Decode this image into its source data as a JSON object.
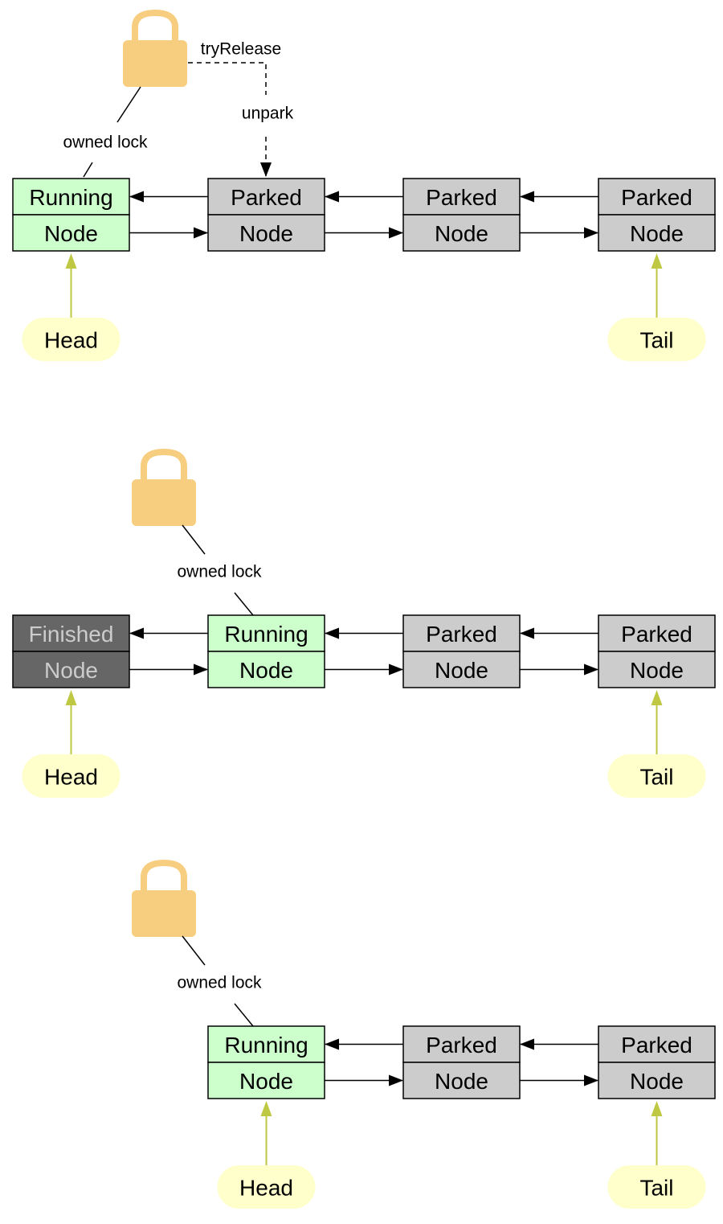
{
  "colors": {
    "running_fill": "#ccffcc",
    "parked_fill": "#cccccc",
    "finished_fill": "#666666",
    "finished_text": "#cccccc",
    "normal_text": "#000000",
    "lock": "#f7cd7f",
    "pointer_fill": "#ffffcc",
    "pointer_arrow": "#bfc843"
  },
  "diagrams": [
    {
      "id": "before-release",
      "lock_label": "owned lock",
      "release_label": "tryRelease",
      "unpark_label": "unpark",
      "nodes": [
        {
          "state": "Running",
          "kind": "Node",
          "status": "running"
        },
        {
          "state": "Parked",
          "kind": "Node",
          "status": "parked"
        },
        {
          "state": "Parked",
          "kind": "Node",
          "status": "parked"
        },
        {
          "state": "Parked",
          "kind": "Node",
          "status": "parked"
        }
      ],
      "lock_owner_index": 0,
      "head": {
        "label": "Head",
        "index": 0
      },
      "tail": {
        "label": "Tail",
        "index": 3
      }
    },
    {
      "id": "after-unpark",
      "lock_label": "owned lock",
      "nodes": [
        {
          "state": "Finished",
          "kind": "Node",
          "status": "finished"
        },
        {
          "state": "Running",
          "kind": "Node",
          "status": "running"
        },
        {
          "state": "Parked",
          "kind": "Node",
          "status": "parked"
        },
        {
          "state": "Parked",
          "kind": "Node",
          "status": "parked"
        }
      ],
      "lock_owner_index": 1,
      "head": {
        "label": "Head",
        "index": 0
      },
      "tail": {
        "label": "Tail",
        "index": 3
      }
    },
    {
      "id": "after-dequeue",
      "lock_label": "owned lock",
      "nodes": [
        null,
        {
          "state": "Running",
          "kind": "Node",
          "status": "running"
        },
        {
          "state": "Parked",
          "kind": "Node",
          "status": "parked"
        },
        {
          "state": "Parked",
          "kind": "Node",
          "status": "parked"
        }
      ],
      "lock_owner_index": 1,
      "head": {
        "label": "Head",
        "index": 1
      },
      "tail": {
        "label": "Tail",
        "index": 3
      }
    }
  ]
}
